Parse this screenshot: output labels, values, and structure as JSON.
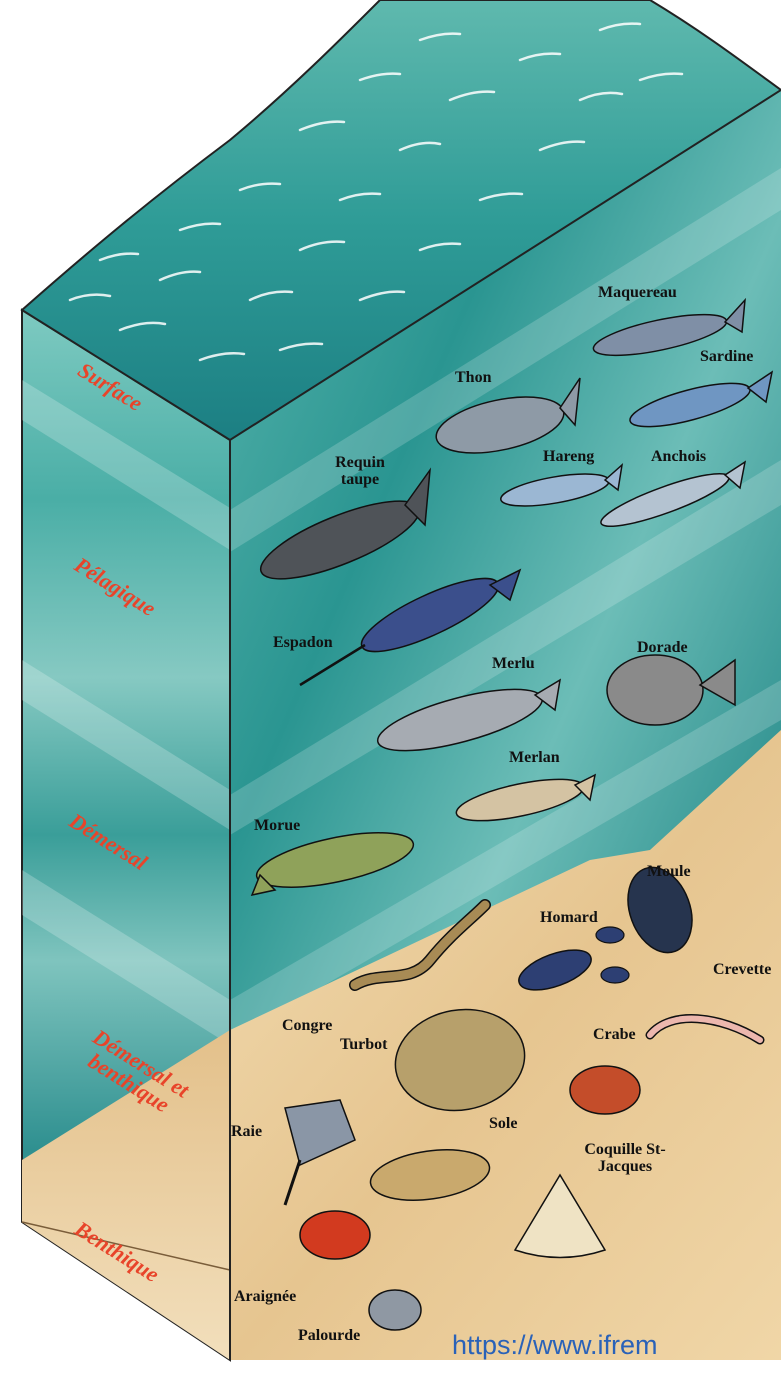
{
  "zones": {
    "surface": "Surface",
    "pelagic": "Pélagique",
    "demersal": "Démersal",
    "demersal_benthic": "Démersal et benthique",
    "benthic": "Benthique"
  },
  "species": {
    "maquereau": "Maquereau",
    "sardine": "Sardine",
    "thon": "Thon",
    "requin": "Requin taupe",
    "hareng": "Hareng",
    "anchois": "Anchois",
    "espadon": "Espadon",
    "dorade": "Dorade",
    "merlu": "Merlu",
    "merlan": "Merlan",
    "morue": "Morue",
    "moule": "Moule",
    "homard": "Homard",
    "crevette": "Crevette",
    "congre": "Congre",
    "turbot": "Turbot",
    "crabe": "Crabe",
    "raie": "Raie",
    "sole": "Sole",
    "coquille": "Coquille St-Jacques",
    "araignee": "Araignée",
    "palourde": "Palourde"
  },
  "source_url": "https://www.ifrem",
  "colors": {
    "zone_label": "#e8442a",
    "water_dark": "#1f8a8c",
    "water_light": "#6fc1bf",
    "sand": "#e8c995",
    "url": "#2a62b8"
  }
}
